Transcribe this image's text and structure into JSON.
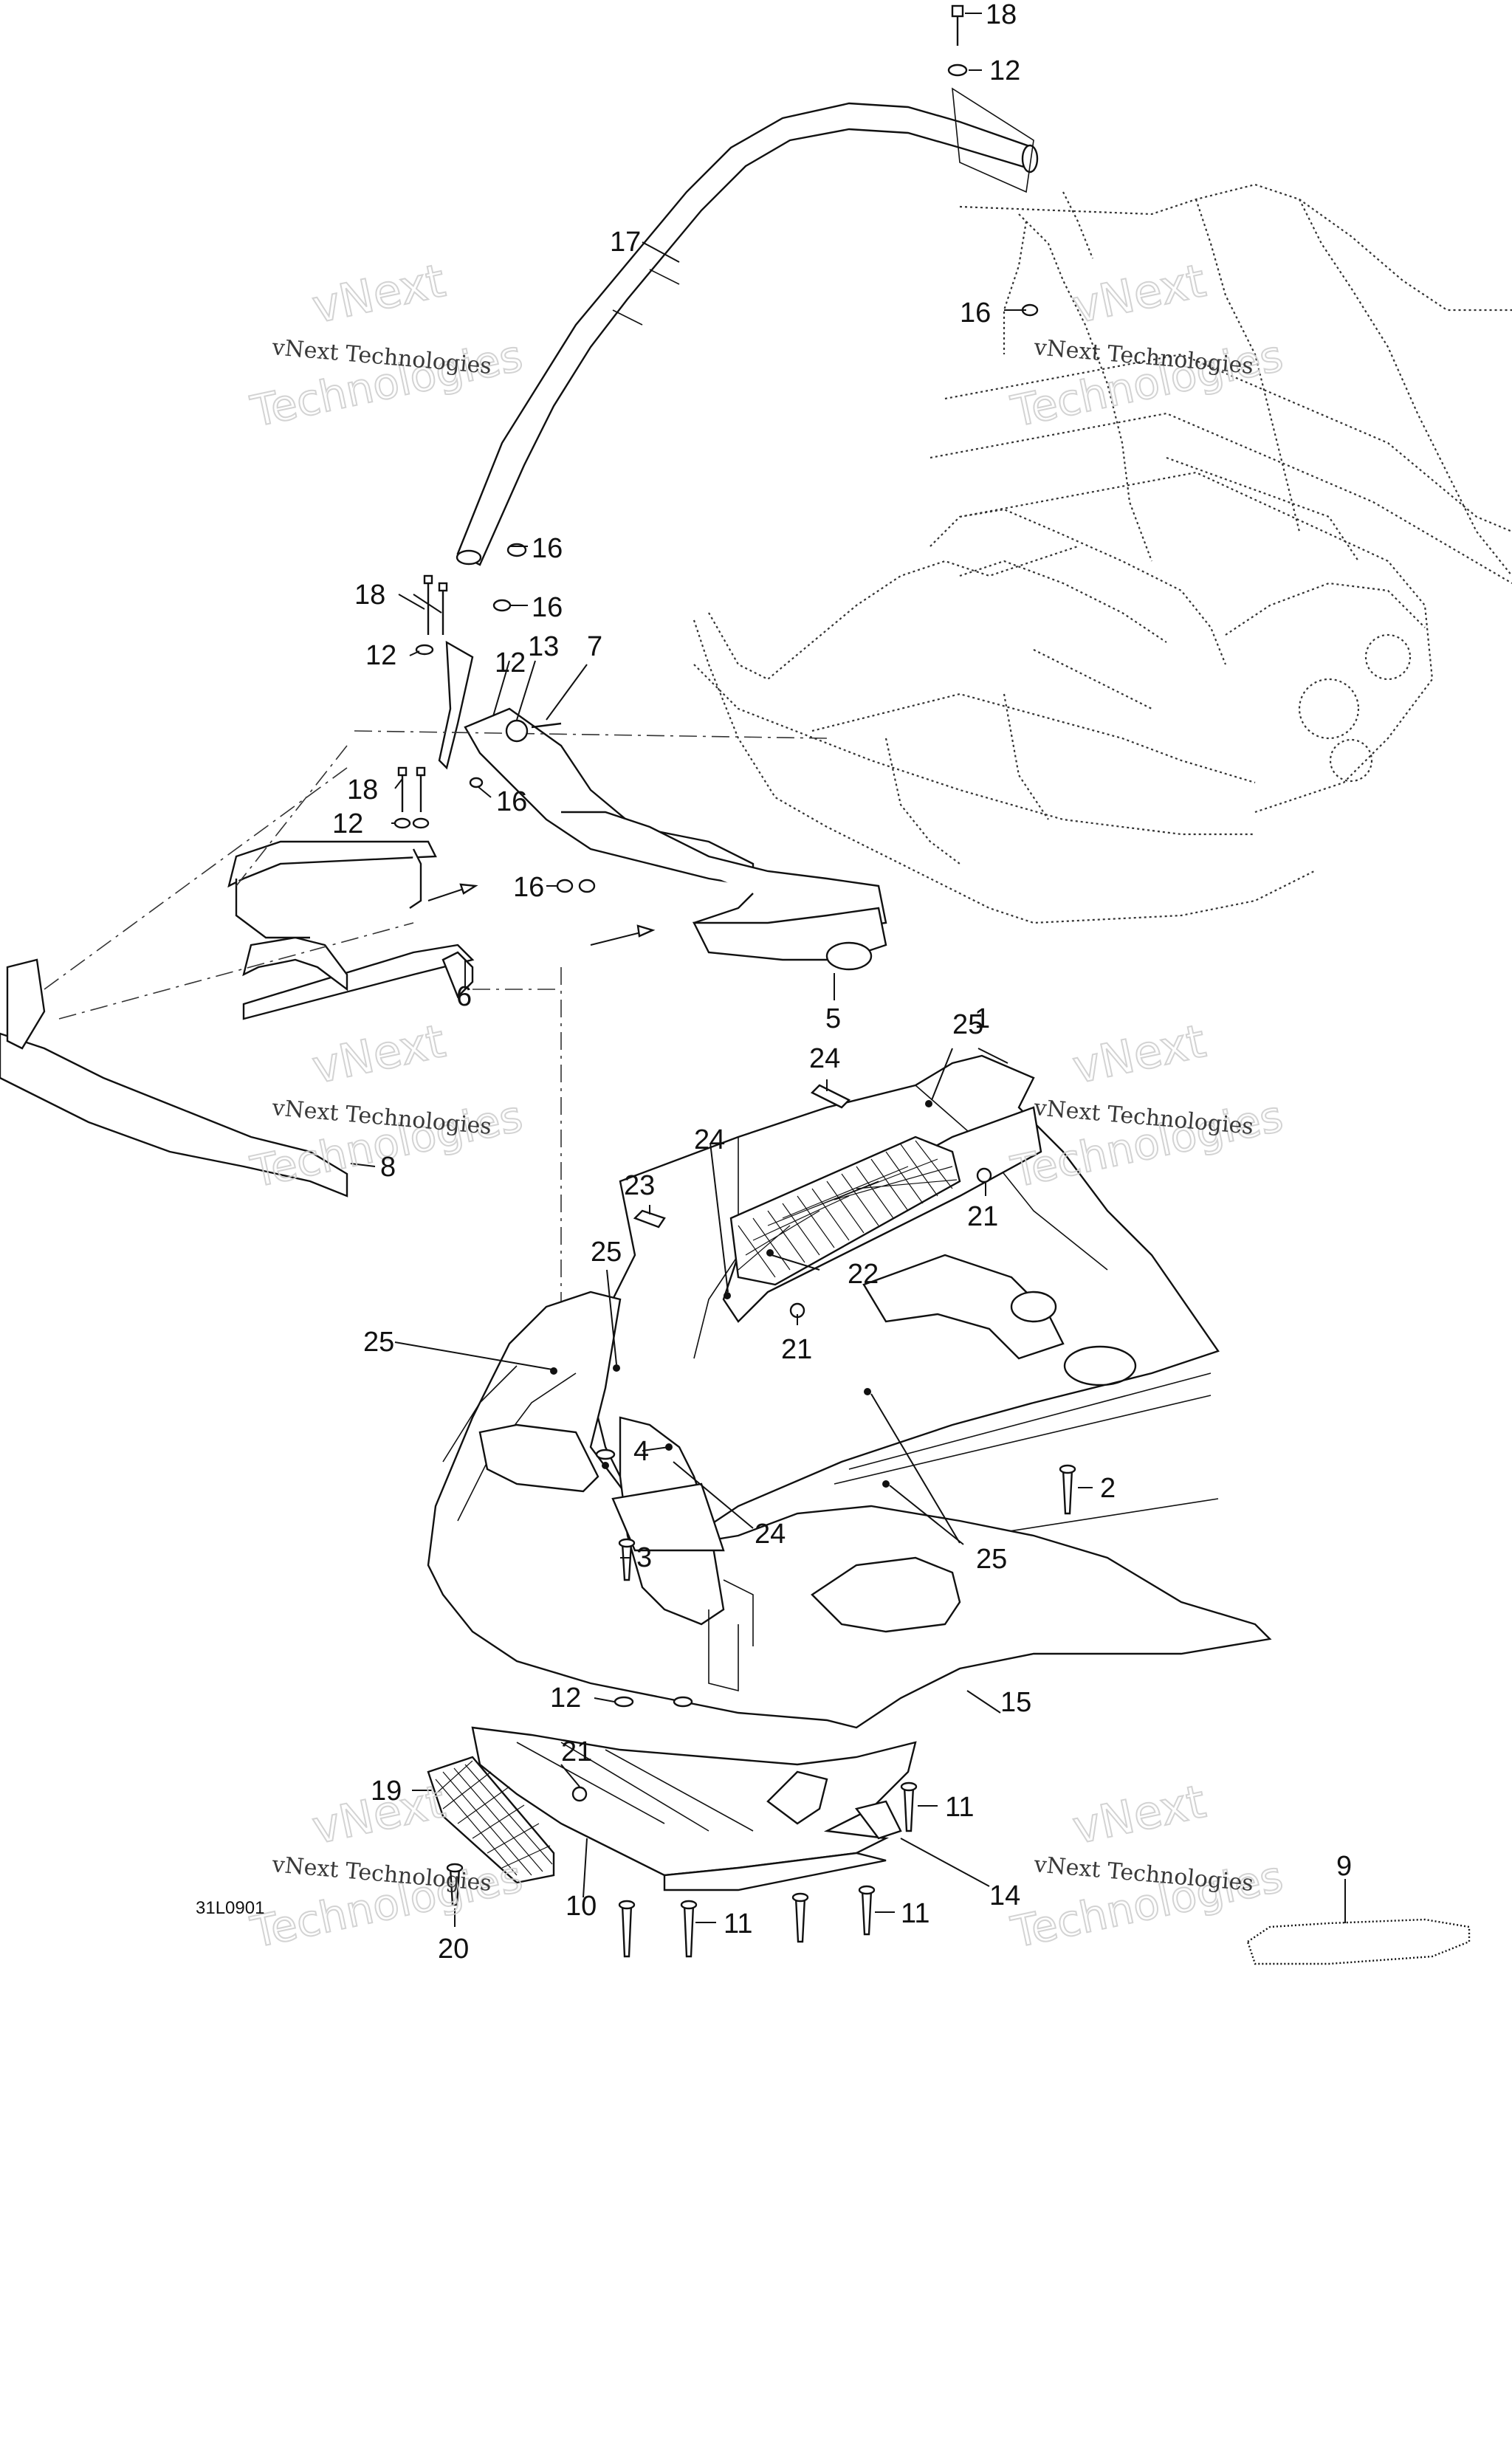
{
  "diagram": {
    "callouts": [
      {
        "id": "c18a",
        "text": "18"
      },
      {
        "id": "c12a",
        "text": "12"
      },
      {
        "id": "c17",
        "text": "17"
      },
      {
        "id": "c16a",
        "text": "16"
      },
      {
        "id": "c16b",
        "text": "16"
      },
      {
        "id": "c16c",
        "text": "16"
      },
      {
        "id": "c18b",
        "text": "18"
      },
      {
        "id": "c12b",
        "text": "12"
      },
      {
        "id": "c12c",
        "text": "12"
      },
      {
        "id": "c13",
        "text": "13"
      },
      {
        "id": "c7",
        "text": "7"
      },
      {
        "id": "c18c",
        "text": "18"
      },
      {
        "id": "c12d",
        "text": "12"
      },
      {
        "id": "c16d",
        "text": "16"
      },
      {
        "id": "c16e",
        "text": "16"
      },
      {
        "id": "c6",
        "text": "6"
      },
      {
        "id": "c5",
        "text": "5"
      },
      {
        "id": "c8",
        "text": "8"
      },
      {
        "id": "c24a",
        "text": "24"
      },
      {
        "id": "c25a",
        "text": "25"
      },
      {
        "id": "c1",
        "text": "1"
      },
      {
        "id": "c24b",
        "text": "24"
      },
      {
        "id": "c23",
        "text": "23"
      },
      {
        "id": "c21a",
        "text": "21"
      },
      {
        "id": "c25b",
        "text": "25"
      },
      {
        "id": "c22",
        "text": "22"
      },
      {
        "id": "c21b",
        "text": "21"
      },
      {
        "id": "c25c",
        "text": "25"
      },
      {
        "id": "c4",
        "text": "4"
      },
      {
        "id": "c2",
        "text": "2"
      },
      {
        "id": "c24c",
        "text": "24"
      },
      {
        "id": "c3",
        "text": "3"
      },
      {
        "id": "c25d",
        "text": "25"
      },
      {
        "id": "c15",
        "text": "15"
      },
      {
        "id": "c12e",
        "text": "12"
      },
      {
        "id": "c21c",
        "text": "21"
      },
      {
        "id": "c11a",
        "text": "11"
      },
      {
        "id": "c19",
        "text": "19"
      },
      {
        "id": "c14",
        "text": "14"
      },
      {
        "id": "c10",
        "text": "10"
      },
      {
        "id": "c11b",
        "text": "11"
      },
      {
        "id": "c11c",
        "text": "11"
      },
      {
        "id": "c20",
        "text": "20"
      },
      {
        "id": "c9",
        "text": "9"
      }
    ],
    "drawing_code": "31L0901",
    "watermark": {
      "line_small": "vNext Technologies",
      "line_big_1": "vNext",
      "line_big_2": "Technologies"
    }
  }
}
